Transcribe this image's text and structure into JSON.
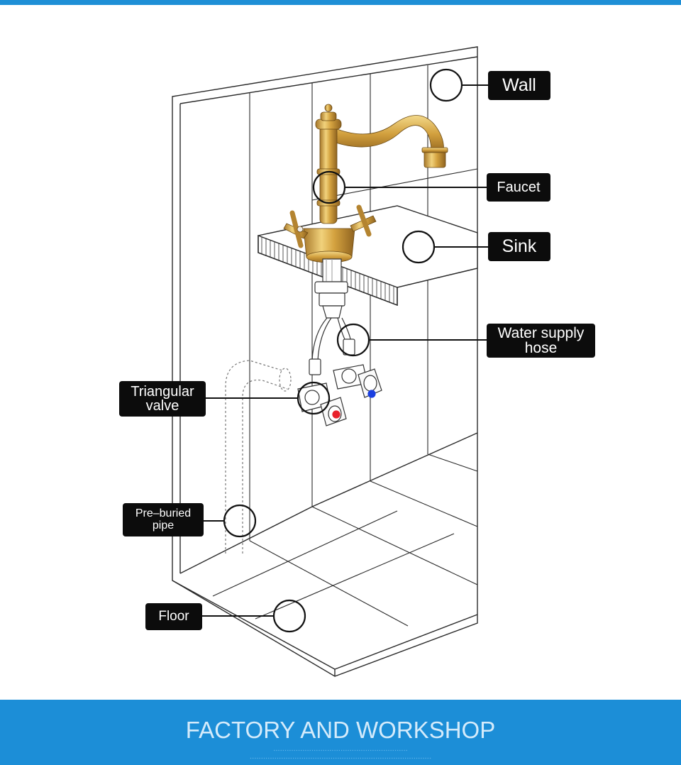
{
  "labels": {
    "wall": "Wall",
    "faucet": "Faucet",
    "sink": "Sink",
    "hose_line1": "Water supply",
    "hose_line2": "hose",
    "valve_line1": "Triangular",
    "valve_line2": "valve",
    "pipe_line1": "Pre–buried",
    "pipe_line2": "pipe",
    "floor": "Floor"
  },
  "footer": {
    "title": "FACTORY AND WORKSHOP"
  },
  "colors": {
    "accent_blue": "#1c8ed7",
    "label_bg": "#0c0c0c",
    "faucet_gold": "#d8a840",
    "hot_red": "#e8202a",
    "cold_blue": "#1a3fe0"
  }
}
